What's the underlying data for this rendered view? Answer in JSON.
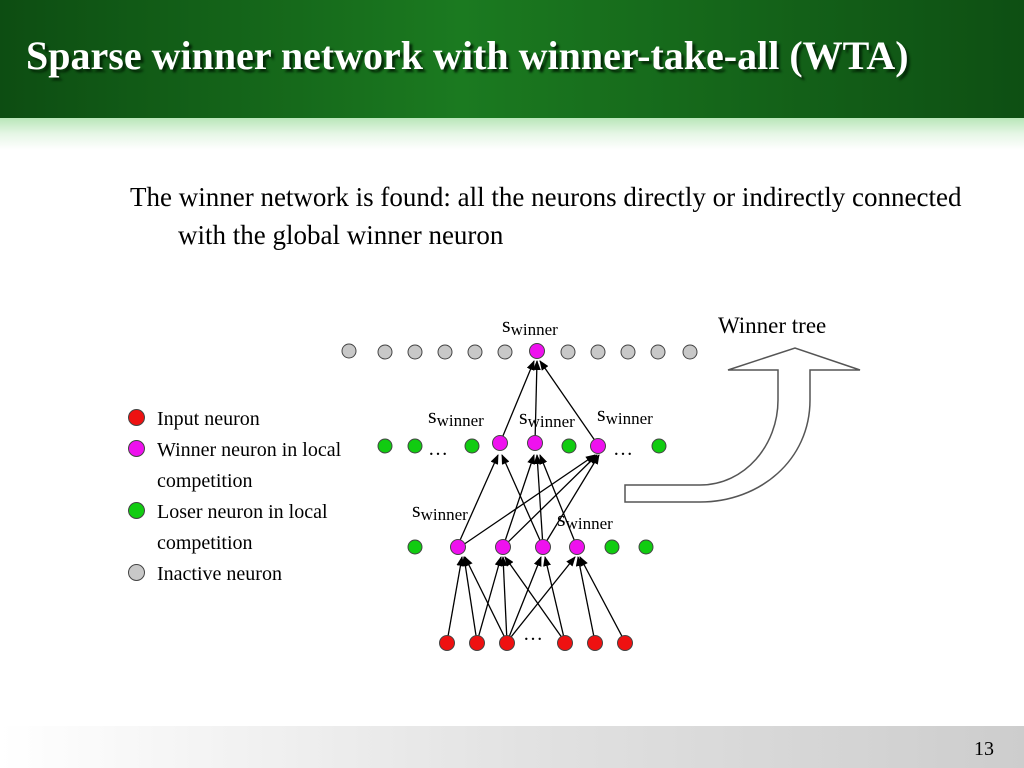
{
  "slide": {
    "title": "Sparse winner network with winner-take-all (WTA)",
    "body": "The winner network is found: all the neurons directly or indirectly connected with the global winner neuron",
    "page_number": "13"
  },
  "legend": {
    "items": [
      {
        "label": "Input neuron",
        "color": "#ee1111"
      },
      {
        "label": "Winner neuron in local competition",
        "color": "#ee11ee"
      },
      {
        "label": "Loser neuron in local competition",
        "color": "#11cc11"
      },
      {
        "label": "Inactive neuron",
        "color": "#c8c8c8"
      }
    ]
  },
  "diagram": {
    "winner_label_main": "s",
    "winner_label_sub": "winner",
    "ellipsis": "…",
    "winner_tree_label": "Winner tree"
  }
}
